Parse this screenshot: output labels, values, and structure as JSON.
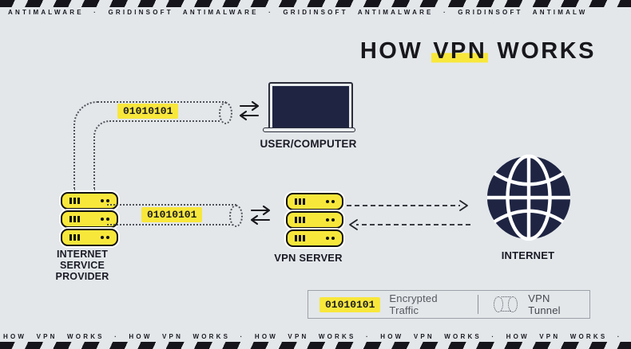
{
  "banner_top": {
    "text": "ANTIMALWARE · GRIDINSOFT ANTIMALWARE · GRIDINSOFT ANTIMALWARE · GRIDINSOFT ANTIMALW"
  },
  "banner_bottom": {
    "text": "HOW VPN WORKS · HOW VPN WORKS · HOW VPN WORKS · HOW VPN WORKS · HOW VPN WORKS · HOW VPN WORKS"
  },
  "title": {
    "pre": "HOW",
    "highlight": "VPN",
    "post": "WORKS"
  },
  "payload": {
    "text": "01010101"
  },
  "nodes": {
    "user": {
      "label": "USER/COMPUTER"
    },
    "isp": {
      "label": "INTERNET\nSERVICE\nPROVIDER"
    },
    "vpn_server": {
      "label": "VPN SERVER"
    },
    "internet": {
      "label": "INTERNET"
    }
  },
  "legend": {
    "encrypted_label": "Encrypted Traffic",
    "tunnel_label": "VPN Tunnel"
  },
  "colors": {
    "background": "#E3E7EA",
    "accent_yellow": "#F8E73B",
    "navy": "#1E2442",
    "ink": "#17171C",
    "dotted_line": "#50535A"
  }
}
